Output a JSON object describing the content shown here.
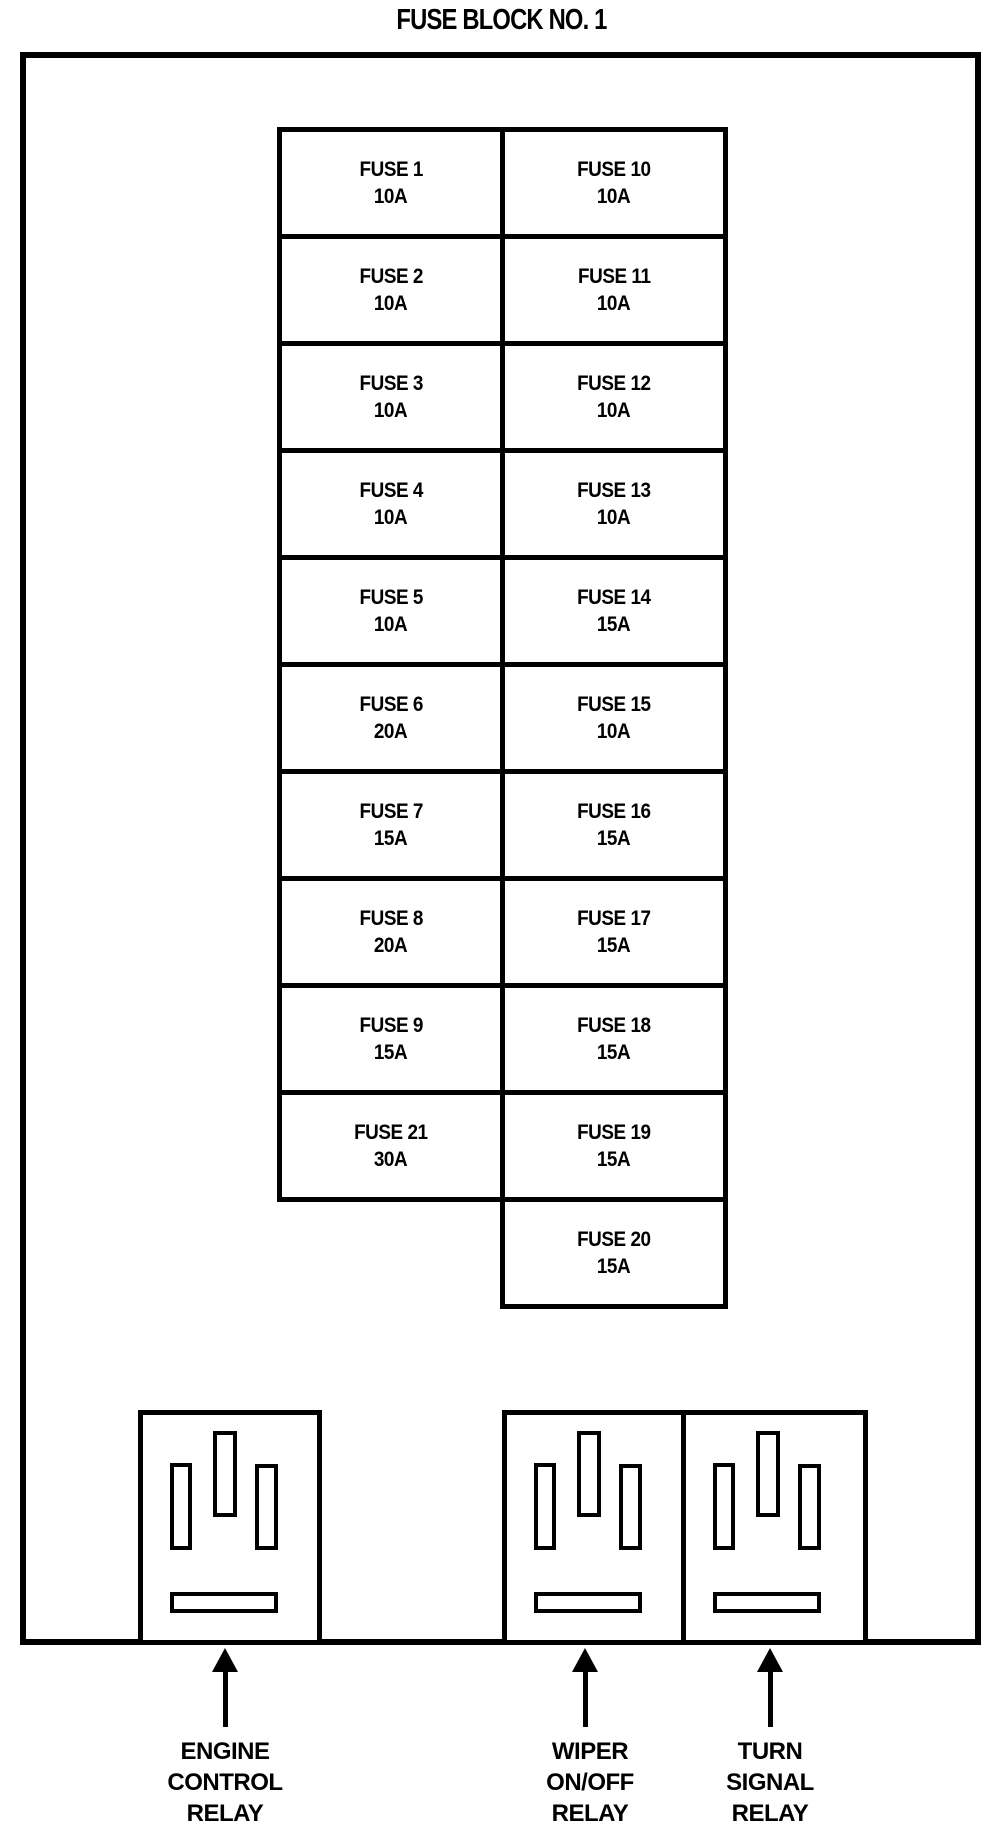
{
  "title": "FUSE BLOCK NO. 1",
  "colors": {
    "line": "#000000",
    "background": "#ffffff",
    "text": "#000000"
  },
  "fuse_block": {
    "left_column": [
      {
        "label": "FUSE 1",
        "amperage": "10A"
      },
      {
        "label": "FUSE 2",
        "amperage": "10A"
      },
      {
        "label": "FUSE 3",
        "amperage": "10A"
      },
      {
        "label": "FUSE 4",
        "amperage": "10A"
      },
      {
        "label": "FUSE 5",
        "amperage": "10A"
      },
      {
        "label": "FUSE 6",
        "amperage": "20A"
      },
      {
        "label": "FUSE 7",
        "amperage": "15A"
      },
      {
        "label": "FUSE 8",
        "amperage": "20A"
      },
      {
        "label": "FUSE 9",
        "amperage": "15A"
      },
      {
        "label": "FUSE 21",
        "amperage": "30A"
      }
    ],
    "right_column": [
      {
        "label": "FUSE 10",
        "amperage": "10A"
      },
      {
        "label": "FUSE 11",
        "amperage": "10A"
      },
      {
        "label": "FUSE 12",
        "amperage": "10A"
      },
      {
        "label": "FUSE 13",
        "amperage": "10A"
      },
      {
        "label": "FUSE 14",
        "amperage": "15A"
      },
      {
        "label": "FUSE 15",
        "amperage": "10A"
      },
      {
        "label": "FUSE 16",
        "amperage": "15A"
      },
      {
        "label": "FUSE 17",
        "amperage": "15A"
      },
      {
        "label": "FUSE 18",
        "amperage": "15A"
      },
      {
        "label": "FUSE 19",
        "amperage": "15A"
      },
      {
        "label": "FUSE 20",
        "amperage": "15A"
      }
    ]
  },
  "relays": [
    {
      "label": "ENGINE\nCONTROL\nRELAY"
    },
    {
      "label": "WIPER\nON/OFF\nRELAY"
    },
    {
      "label": "TURN\nSIGNAL\nRELAY"
    }
  ]
}
